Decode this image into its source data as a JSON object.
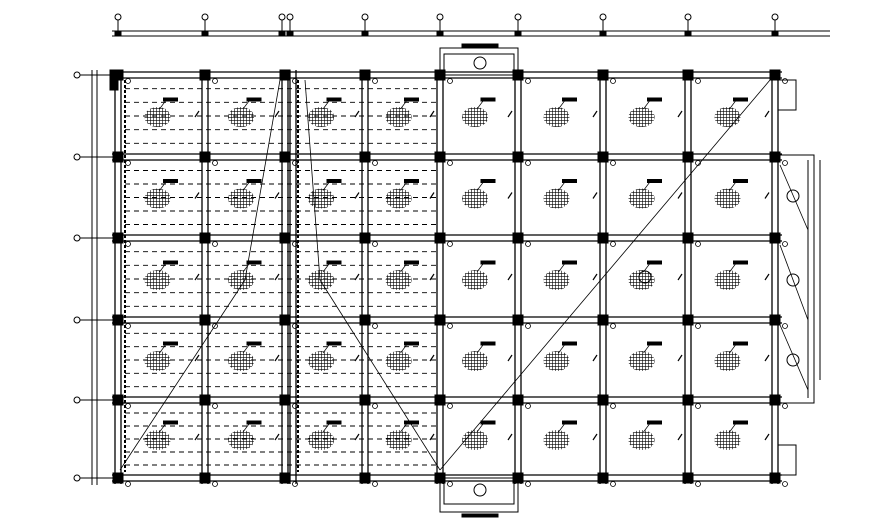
{
  "drawing": {
    "type": "structural floor slab plan (CAD)",
    "background": "#ffffff",
    "line_color": "#000000",
    "hatch_icon": "reinforcement-mesh-hatch",
    "grid_bubble_icon": "grid-axis-bubble"
  }
}
